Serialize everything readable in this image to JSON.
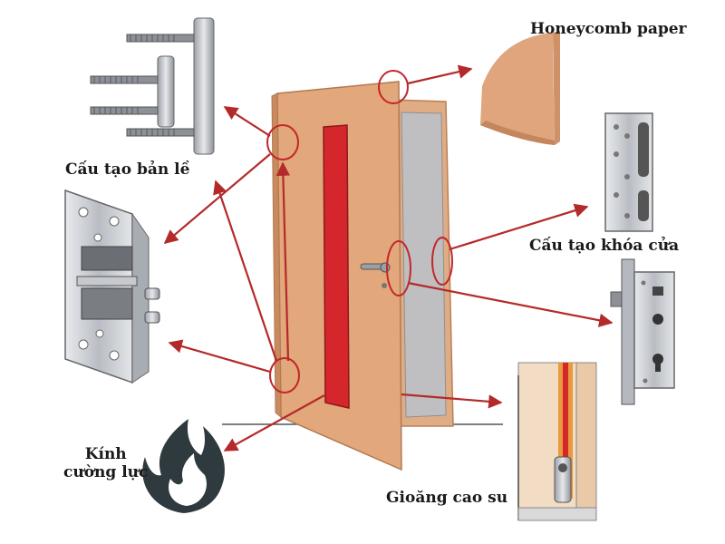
{
  "labels": {
    "honeycomb": "Honeycomb paper",
    "hinge": "Cấu tạo bản lề",
    "lock": "Cấu tạo khóa cửa",
    "glass_line1": "Kính",
    "glass_line2": "cường lực",
    "gasket": "Gioăng cao su"
  },
  "colors": {
    "door": "#e2a77a",
    "door_edge": "#c98a5e",
    "frame": "#d9a27a",
    "glass_strip": "#d5262c",
    "arrow": "#b42a2a",
    "metal": "#c9ccd1",
    "flame": "#2f3a3f"
  },
  "icons": [
    "hinge-icon",
    "door-hinge-plate-icon",
    "honeycomb-panel-icon",
    "lock-faceplate-icon",
    "mortise-lock-icon",
    "fire-icon",
    "gasket-section-icon"
  ]
}
